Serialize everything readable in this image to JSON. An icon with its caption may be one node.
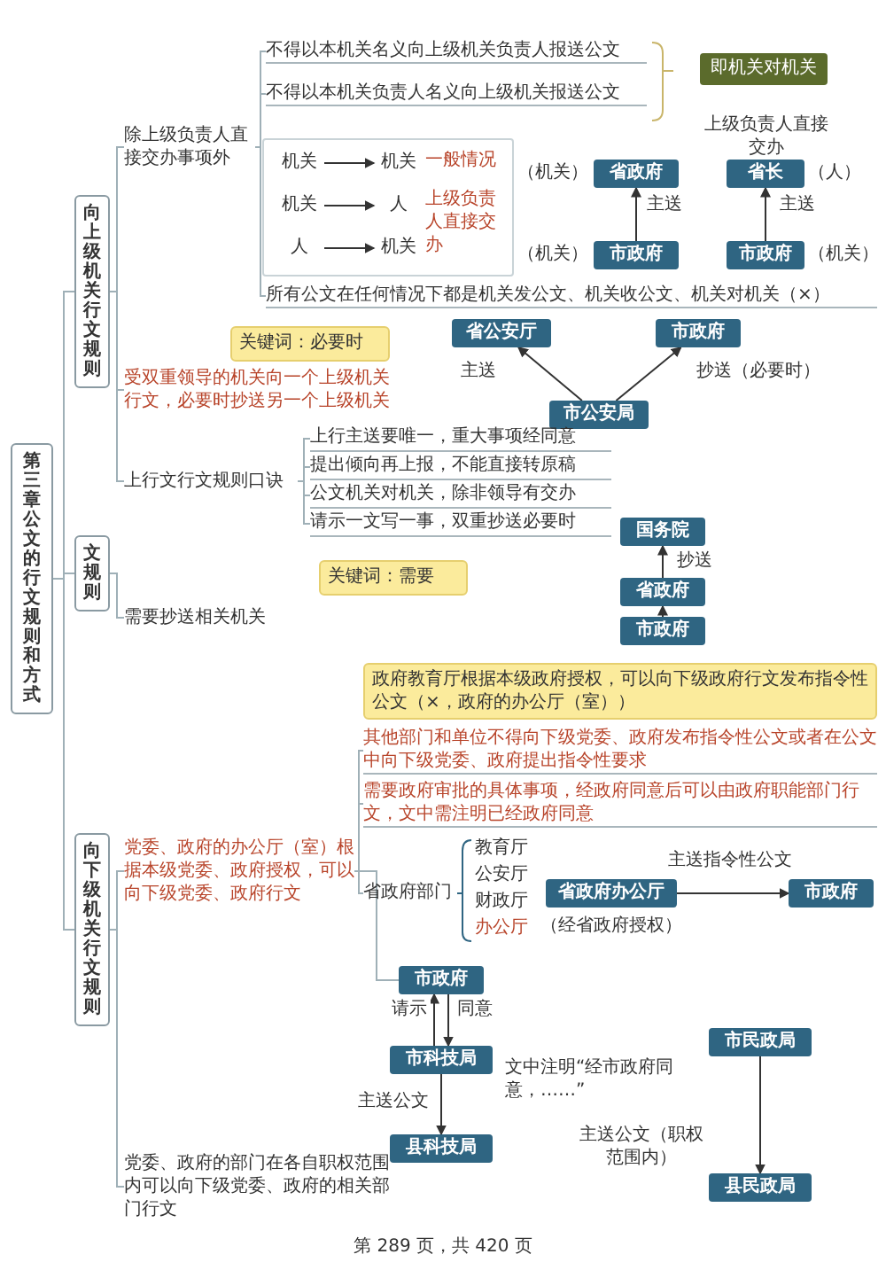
{
  "diagram": {
    "nodes": [
      {
        "text": [
          "第三章公文的行文规则和方式"
        ]
      },
      {
        "text": [
          "向上级机关行文规则"
        ]
      },
      {
        "text": [
          "文规则"
        ]
      },
      {
        "text": [
          "向下级机关行文规则"
        ]
      },
      {
        "text": [
          "除上级负责人直接交办事项外"
        ]
      },
      {
        "text": [
          "不得以本机关名义向上级机关负责人报送公文"
        ]
      },
      {
        "text": [
          "不得以本机关负责人名义向上级机关报送公文"
        ]
      },
      {
        "text": [
          "即机关对机关"
        ]
      },
      {
        "text": [],
        "shape": "box"
      },
      {
        "text": [
          "机关"
        ],
        "in": 8
      },
      {
        "text": [
          "机关"
        ],
        "in": 8
      },
      {
        "text": [
          "机关"
        ],
        "in": 8
      },
      {
        "text": [
          "人"
        ],
        "in": 8
      },
      {
        "text": [
          "人"
        ],
        "in": 8
      },
      {
        "text": [
          "机关"
        ],
        "in": 8
      },
      {
        "text": [
          "省政府"
        ],
        "beside": [
          "（机关）"
        ]
      },
      {
        "text": [
          "市政府"
        ],
        "beside": [
          "（机关）"
        ]
      },
      {
        "text": [
          "省长"
        ],
        "beside": [
          "（人）"
        ]
      },
      {
        "text": [
          "市政府"
        ],
        "beside": [
          "（机关）"
        ]
      },
      {
        "text": [
          "所有公文在任何情况下都是机关发公文、机关收公文、机关对机关（×）"
        ]
      },
      {
        "text": [
          "关键词：必要时"
        ]
      },
      {
        "text": [
          "受双重领导的机关向一个上级机关行文，必要时抄送另一个上级机关"
        ]
      },
      {
        "text": [
          "省公安厅"
        ]
      },
      {
        "text": [
          "市政府"
        ]
      },
      {
        "text": [
          "市公安局"
        ]
      },
      {
        "text": [
          "上行文行文规则口诀"
        ]
      },
      {
        "text": [
          "上行主送要唯一，重大事项经同意"
        ]
      },
      {
        "text": [
          "提出倾向再上报，不能直接转原稿"
        ]
      },
      {
        "text": [
          "公文机关对机关，除非领导有交办"
        ]
      },
      {
        "text": [
          "请示一文写一事，双重抄送必要时"
        ]
      },
      {
        "text": [
          "关键词：需要"
        ]
      },
      {
        "text": [
          "需要抄送相关机关"
        ]
      },
      {
        "text": [
          "国务院"
        ]
      },
      {
        "text": [
          "省政府"
        ]
      },
      {
        "text": [
          "市政府"
        ]
      },
      {
        "text": [
          "政府教育厅根据本级政府授权，可以向下级政府行文发布指令性公文（×，政府的办公厅（室））"
        ]
      },
      {
        "text": [
          "党委、政府的办公厅（室）根据本级党委、政府授权，可以向下级党委、政府行文"
        ]
      },
      {
        "text": [
          "其他部门和单位不得向下级党委、政府发布指令性公文或者在公文中向下级党委、政府提出指令性要求"
        ]
      },
      {
        "text": [
          "需要政府审批的具体事项，经政府同意后可以由政府职能部门行文，文中需注明已经政府同意"
        ]
      },
      {
        "text": [
          "省政府部门"
        ]
      },
      {
        "text": [
          "教育厅"
        ]
      },
      {
        "text": [
          "公安厅"
        ]
      },
      {
        "text": [
          "财政厅"
        ]
      },
      {
        "text": [
          "办公厅"
        ]
      },
      {
        "text": [
          "省政府办公厅"
        ],
        "beside": [
          "（经省政府授权）"
        ]
      },
      {
        "text": [
          "市政府"
        ]
      },
      {
        "text": [
          "市政府"
        ]
      },
      {
        "text": [
          "市科技局"
        ]
      },
      {
        "text": [
          "县科技局"
        ]
      },
      {
        "text": [
          "党委、政府的部门在各自职权范围内可以向下级党委、政府的相关部门行文"
        ]
      },
      {
        "text": [
          "市民政局"
        ]
      },
      {
        "text": [
          "县民政局"
        ]
      }
    ],
    "edges": [
      {
        "from": 0,
        "to": 1,
        "arrow": "none"
      },
      {
        "from": 0,
        "to": 2,
        "arrow": "none"
      },
      {
        "from": 0,
        "to": 3,
        "arrow": "none"
      },
      {
        "from": 1,
        "to": 4,
        "arrow": "none"
      },
      {
        "from": 1,
        "to": 21,
        "arrow": "none"
      },
      {
        "from": 1,
        "to": 25,
        "arrow": "none"
      },
      {
        "from": 4,
        "to": 5,
        "arrow": "none"
      },
      {
        "from": 4,
        "to": 6,
        "arrow": "none"
      },
      {
        "from": 4,
        "to": 19,
        "arrow": "none"
      },
      {
        "from": 9,
        "to": 10,
        "arrow": "to",
        "color": "#333333"
      },
      {
        "from": 11,
        "to": 12,
        "arrow": "to",
        "color": "#333333"
      },
      {
        "from": 13,
        "to": 14,
        "arrow": "to",
        "color": "#333333"
      },
      {
        "from": 16,
        "to": 15,
        "arrow": "to",
        "label": "主送",
        "color": "#333333"
      },
      {
        "from": 18,
        "to": 17,
        "arrow": "to",
        "label": "主送",
        "color": "#333333"
      },
      {
        "from": 24,
        "to": 22,
        "arrow": "to",
        "label": "主送",
        "color": "#333333"
      },
      {
        "from": 24,
        "to": 23,
        "arrow": "to",
        "label": "抄送（必要时）",
        "color": "#333333"
      },
      {
        "from": 25,
        "to": 26,
        "arrow": "none"
      },
      {
        "from": 25,
        "to": 27,
        "arrow": "none"
      },
      {
        "from": 25,
        "to": 28,
        "arrow": "none"
      },
      {
        "from": 25,
        "to": 29,
        "arrow": "none"
      },
      {
        "from": 2,
        "to": 31,
        "arrow": "none"
      },
      {
        "from": 33,
        "to": 32,
        "arrow": "to",
        "label": "抄送",
        "color": "#333333"
      },
      {
        "from": 34,
        "to": 33,
        "arrow": "to",
        "color": "#333333"
      },
      {
        "from": 3,
        "to": 36,
        "arrow": "none"
      },
      {
        "from": 3,
        "to": 49,
        "arrow": "none"
      },
      {
        "from": 36,
        "to": 37,
        "arrow": "none"
      },
      {
        "from": 36,
        "to": 38,
        "arrow": "none"
      },
      {
        "from": 36,
        "to": 39,
        "arrow": "none"
      },
      {
        "from": 36,
        "to": 46,
        "arrow": "none"
      },
      {
        "from": 44,
        "to": 45,
        "arrow": "to",
        "label": "主送指令性公文",
        "color": "#333333"
      },
      {
        "from": 47,
        "to": 46,
        "arrow": "to",
        "label": "请示",
        "color": "#333333"
      },
      {
        "from": 46,
        "to": 47,
        "arrow": "to",
        "label": "同意",
        "color": "#333333"
      },
      {
        "from": 47,
        "to": 48,
        "arrow": "to",
        "label": "主送公文",
        "color": "#333333"
      },
      {
        "from": 50,
        "to": 51,
        "arrow": "to",
        "label": "主送公文（职权范围内）",
        "color": "#333333"
      }
    ],
    "labels": [
      "一般情况",
      "上级负责人直接交办",
      "上级负责人直接交办",
      "文中注明“经市政府同意，……”",
      "第 289 页，共 420 页"
    ]
  }
}
